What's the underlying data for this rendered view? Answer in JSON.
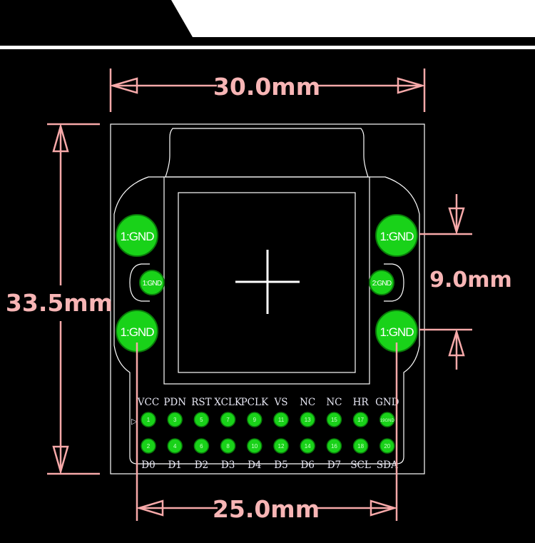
{
  "colors": {
    "background": "#000000",
    "header": "#ffffff",
    "outline": "#ffffff",
    "dimension": "#f7a9a9",
    "dimension_text": "#f7b5b5",
    "pad_fill": "#19d219",
    "pad_stroke": "#0a7a0a",
    "pad_text": "#ffffff",
    "pin_label": "#e8e8f4"
  },
  "dimensions": {
    "width": "30.0mm",
    "height": "33.5mm",
    "pad_spacing": "9.0mm",
    "pin_span": "25.0mm"
  },
  "mount_pads": {
    "large_labels": [
      "1:GND",
      "1:GND",
      "1:GND",
      "1:GND"
    ],
    "small_labels": [
      "1:GND",
      "2:GND"
    ]
  },
  "header": {
    "top_labels": [
      "VCC",
      "PDN",
      "RST",
      "XCLK",
      "PCLK",
      "VS",
      "NC",
      "NC",
      "HR",
      "GND"
    ],
    "bottom_labels": [
      "D0",
      "D1",
      "D2",
      "D3",
      "D4",
      "D5",
      "D6",
      "D7",
      "SCL",
      "SDA"
    ],
    "top_pin_numbers": [
      "1",
      "3",
      "5",
      "7",
      "9",
      "11",
      "13",
      "15",
      "17",
      "19GND"
    ],
    "bottom_pin_numbers": [
      "2",
      "4",
      "6",
      "8",
      "10",
      "12",
      "14",
      "16",
      "18",
      "20"
    ]
  },
  "icons": [
    "crosshair-icon",
    "arrow-icon"
  ]
}
